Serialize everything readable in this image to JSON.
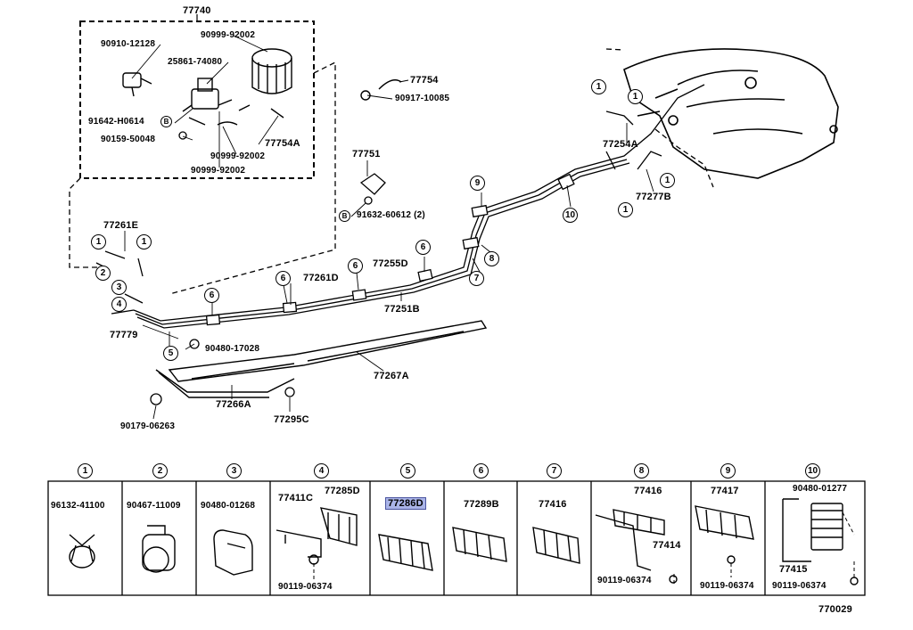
{
  "upper": {
    "p77740": "77740",
    "p90910_12128": "90910-12128",
    "p90999_92002_a": "90999-92002",
    "p25861_74080": "25861-74080",
    "p91642_h0614": "91642-H0614",
    "b_marker_1": "B",
    "p90159_50048": "90159-50048",
    "p90999_92002_b": "90999-92002",
    "p90999_92002_c": "90999-92002",
    "p77754a": "77754A",
    "p77754": "77754",
    "p90917_10085": "90917-10085",
    "p77751": "77751",
    "b_marker_2": "B",
    "p91632_60612": "91632-60612 (2)",
    "p77254a": "77254A",
    "p77277b": "77277B",
    "p77261e": "77261E",
    "p77261d": "77261D",
    "p77255d": "77255D",
    "p77251b": "77251B",
    "p77779": "77779",
    "p90480_17028": "90480-17028",
    "p77267a": "77267A",
    "p77266a": "77266A",
    "p77295c": "77295C",
    "p90179_06263": "90179-06263",
    "c1": "1",
    "c2": "2",
    "c3": "3",
    "c4": "4",
    "c5": "5",
    "c6": "6",
    "c7": "7",
    "c8": "8",
    "c9": "9",
    "c10": "10"
  },
  "table": {
    "headers": [
      "1",
      "2",
      "3",
      "4",
      "5",
      "6",
      "7",
      "8",
      "9",
      "10"
    ],
    "col1": "96132-41100",
    "col2": "90467-11009",
    "col3": "90480-01268",
    "col4_a": "77411C",
    "col4_b": "77285D",
    "col4_c": "90119-06374",
    "col5": "77286D",
    "col6": "77289B",
    "col7": "77416",
    "col8_a": "77416",
    "col8_b": "77414",
    "col8_c": "90119-06374",
    "col9_a": "77417",
    "col9_b": "90119-06374",
    "col10_a": "90480-01277",
    "col10_b": "77415",
    "col10_c": "90119-06374"
  },
  "footer": {
    "code": "770029"
  },
  "colors": {
    "highlight": "#aab4e8",
    "line": "#000000"
  }
}
